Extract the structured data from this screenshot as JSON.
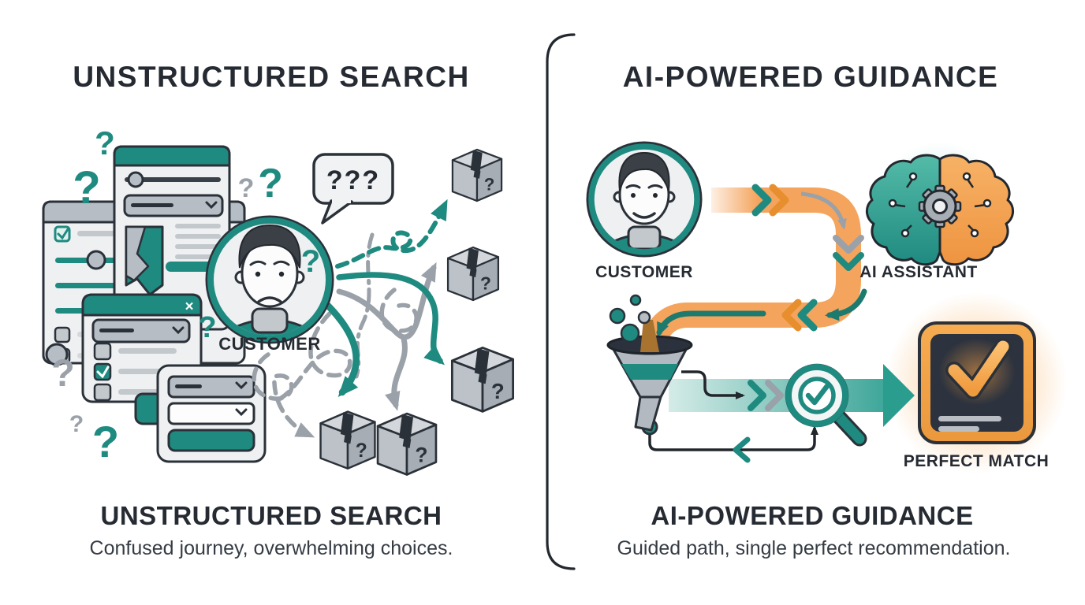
{
  "glyphs": {
    "question": "?",
    "triple_question": "???",
    "close": "×"
  },
  "colors": {
    "teal": "#1f8a80",
    "teal_dark": "#16695f",
    "teal_deep": "#1d7a6e",
    "ink": "#262b33",
    "outline": "#2b3139",
    "gray": "#9aa1a8",
    "gray_mid": "#b7bdc4",
    "gray_line": "#c3c8cd",
    "window": "#eef0f2",
    "orange": "#f4a45c",
    "orange_deep": "#e78e2e",
    "card_inner": "#2d333e",
    "text_soft": "#363c44"
  },
  "left": {
    "title": "UNSTRUCTURED SEARCH",
    "heading": "UNSTRUCTURED SEARCH",
    "caption": "Confused journey, overwhelming choices.",
    "customer_label": "CUSTOMER",
    "bubble_text": "???"
  },
  "right": {
    "title": "AI-POWERED GUIDANCE",
    "heading": "AI-POWERED GUIDANCE",
    "caption": "Guided path, single perfect recommendation.",
    "customer_label": "CUSTOMER",
    "assistant_label": "AI ASSISTANT",
    "match_label": "PERFECT MATCH"
  }
}
